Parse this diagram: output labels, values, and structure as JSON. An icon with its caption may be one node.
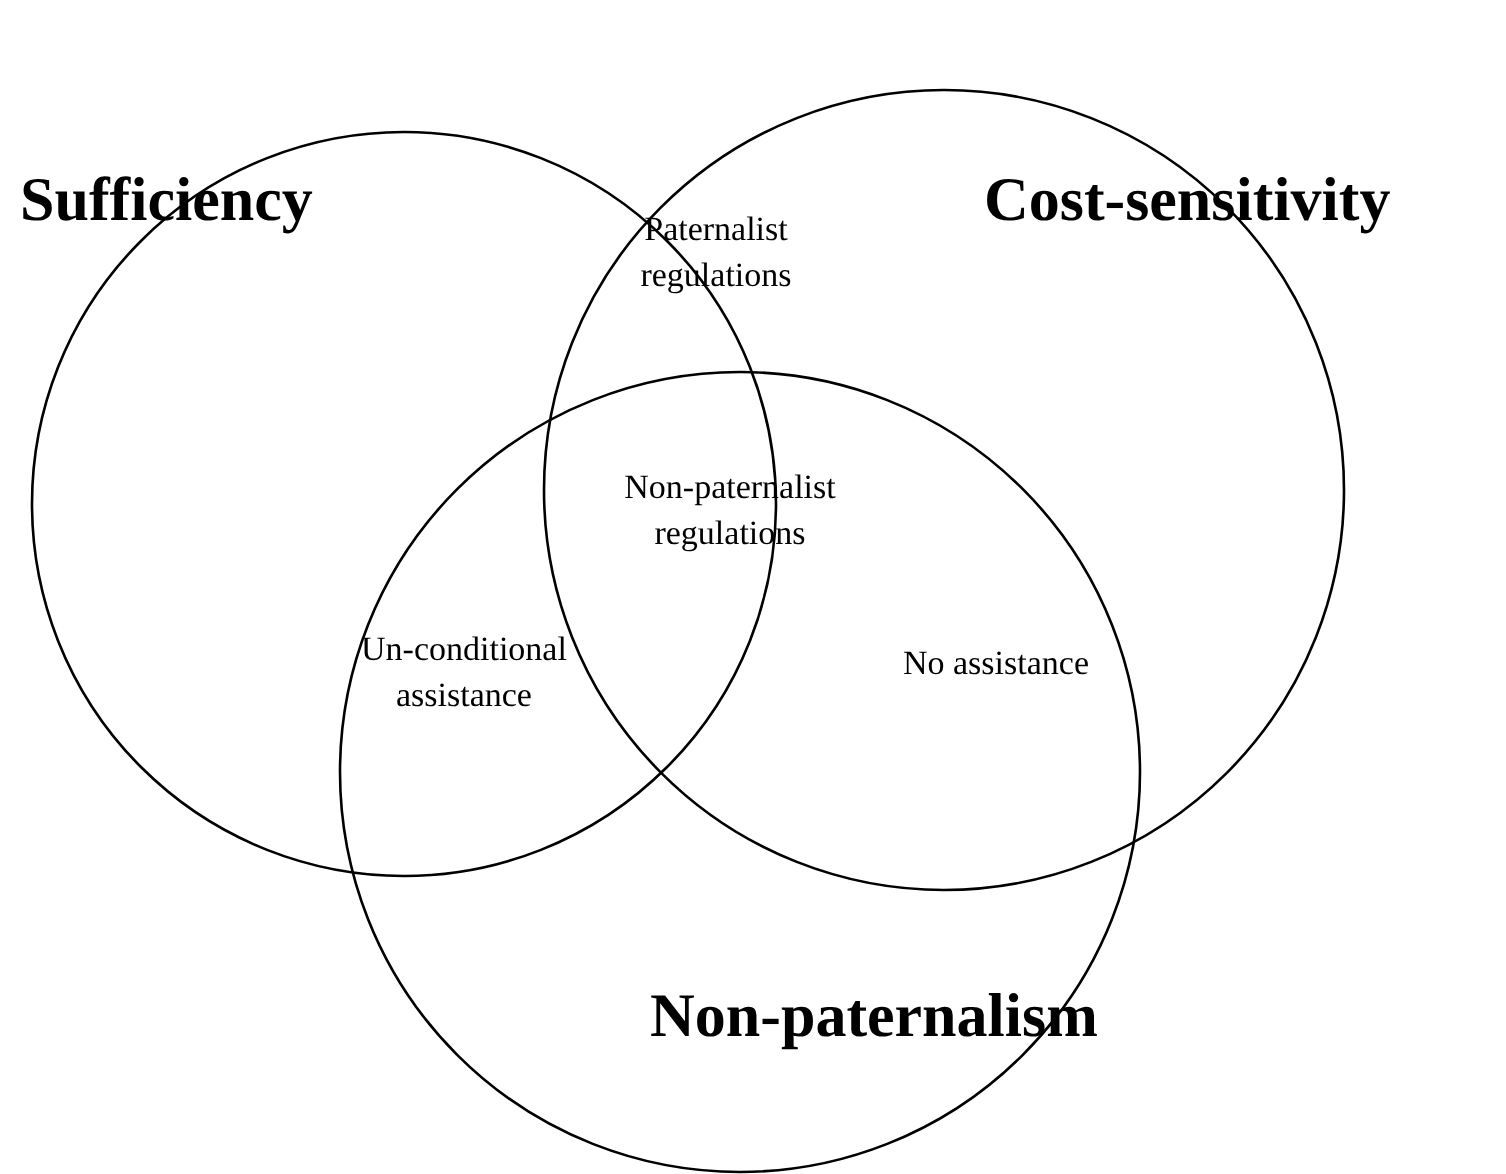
{
  "diagram": {
    "nodes": [
      {
        "text": [
          "Sufficiency"
        ]
      },
      {
        "text": [
          "Cost-sensitivity"
        ]
      },
      {
        "text": [
          "Non-paternalism"
        ]
      }
    ],
    "labels": [
      "Paternalist regulations",
      "Non-paternalist regulations",
      "Un-conditional assistance",
      "No assistance"
    ]
  }
}
